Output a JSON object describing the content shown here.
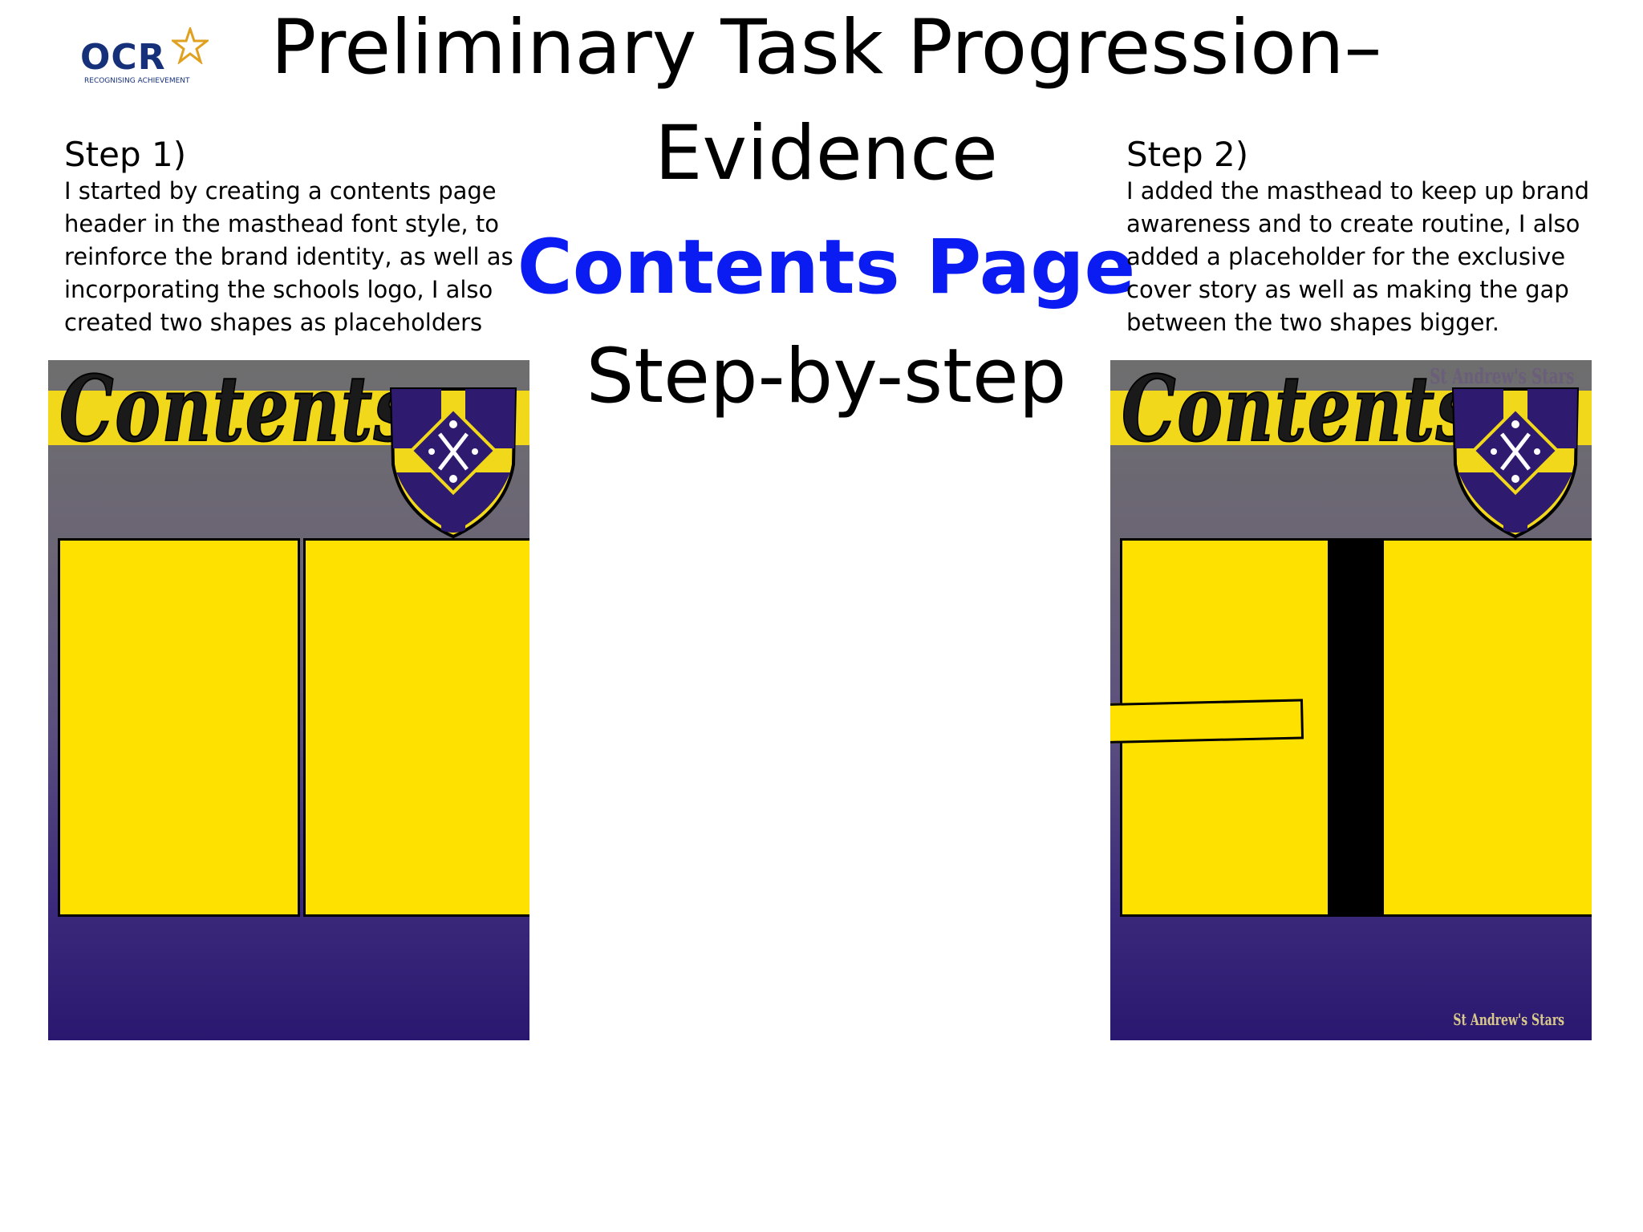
{
  "logo": {
    "text": "OCR",
    "tagline": "RECOGNISING ACHIEVEMENT"
  },
  "title": {
    "line1": "Preliminary Task Progression–",
    "line2": "Evidence",
    "subtitle": "Contents Page",
    "subtitle2": "Step-by-step"
  },
  "step1": {
    "heading": "Step 1)",
    "lines": [
      "I started by creating a contents page",
      "header in the masthead font style, to",
      "reinforce the brand identity, as well as",
      "incorporating the schools logo, I also",
      "created two shapes as placeholders"
    ]
  },
  "step2": {
    "heading": "Step 2)",
    "lines": [
      "I added the masthead to keep up brand",
      "awareness and to create routine, I also",
      "added a placeholder for the exclusive",
      "cover story as well as making the gap",
      "between the two shapes bigger."
    ]
  },
  "page1": {
    "masthead": "Contents"
  },
  "page2": {
    "masthead": "Contents",
    "brand_top": "St Andrew's Stars",
    "brand_bottom": "St Andrew's Stars"
  },
  "colors": {
    "accent_blue": "#0b1cf2",
    "placeholder_yellow": "#ffe100",
    "crest_purple": "#2e1a6e",
    "logo_blue": "#16307a"
  },
  "icons": [
    "ocr-star-icon",
    "school-crest-icon"
  ]
}
